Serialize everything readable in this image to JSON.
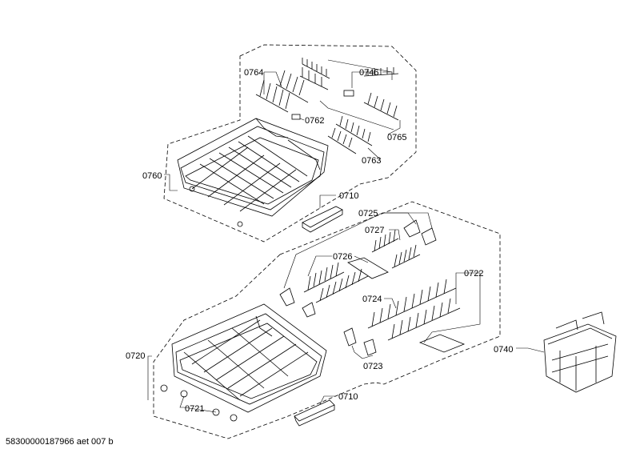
{
  "diagram": {
    "callouts": {
      "c0746": "0746",
      "c0764": "0764",
      "c0762": "0762",
      "c0765": "0765",
      "c0763": "0763",
      "c0760": "0760",
      "c0710_top": "0710",
      "c0725": "0725",
      "c0727": "0727",
      "c0726": "0726",
      "c0722": "0722",
      "c0724": "0724",
      "c0720": "0720",
      "c0723": "0723",
      "c0740": "0740",
      "c0721": "0721",
      "c0710_bottom": "0710"
    },
    "footer_code": "58300000187966 aet 007 b"
  }
}
